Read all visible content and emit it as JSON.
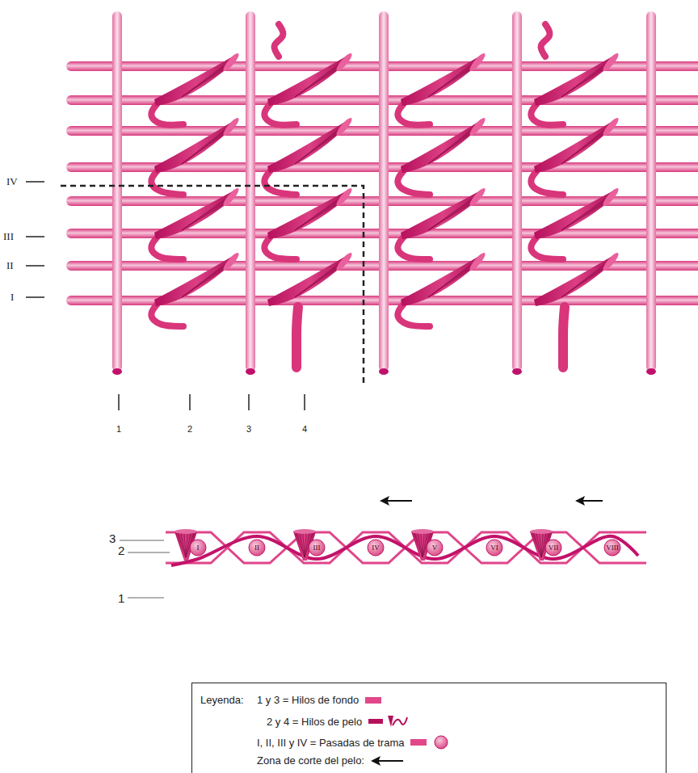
{
  "diagram": {
    "nodes": [
      {
        "text": [
          "I"
        ]
      },
      {
        "text": [
          "II"
        ]
      },
      {
        "text": [
          "III"
        ]
      },
      {
        "text": [
          "IV"
        ]
      },
      {
        "text": [
          "V"
        ]
      },
      {
        "text": [
          "VI"
        ]
      },
      {
        "text": [
          "VII"
        ]
      },
      {
        "text": [
          "VIII"
        ]
      }
    ],
    "labels": [
      "IV",
      "III",
      "II",
      "I",
      "1",
      "2",
      "3",
      "4",
      "3",
      "2",
      "1",
      "Leyenda:"
    ],
    "legend": [
      {
        "text": "1 y 3 = Hilos de fondo",
        "color": "#e2478a"
      },
      {
        "text": "2 y 4 = Hilos de pelo"
      },
      {
        "text": "I, II, III y IV = Pasadas de trama",
        "color": "#e2478a"
      },
      {
        "text": "Zona de corte del pelo:"
      }
    ]
  }
}
